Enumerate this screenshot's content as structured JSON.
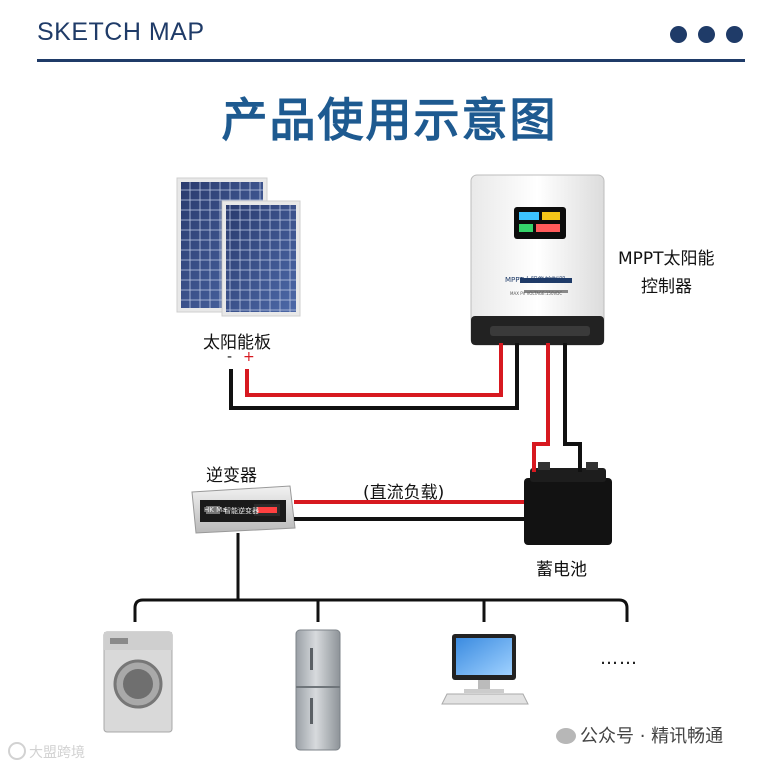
{
  "header": {
    "title": "SKETCH MAP"
  },
  "main_title": "产品使用示意图",
  "components": {
    "solar_panel": {
      "label": "太阳能板",
      "minus": "-",
      "plus": "+"
    },
    "controller": {
      "label_line1": "MPPT太阳能",
      "label_line2": "控制器",
      "device_text": "MPPT太阳能控制器",
      "device_subtext": "MAX PV VOLTAGE:150VDC"
    },
    "inverter": {
      "label": "逆变器",
      "brand": "HK Ma",
      "device_text": "智能逆变器"
    },
    "dc_load": {
      "label": "(直流负载)"
    },
    "battery": {
      "label": "蓄电池"
    },
    "more_loads": {
      "label": "……"
    }
  },
  "watermarks": {
    "right": "公众号 · 精讯畅通",
    "left": "大盟跨境"
  },
  "colors": {
    "primary": "#1f3b68",
    "title": "#1e5a90",
    "wire_positive": "#d71920",
    "wire_negative": "#111111"
  }
}
